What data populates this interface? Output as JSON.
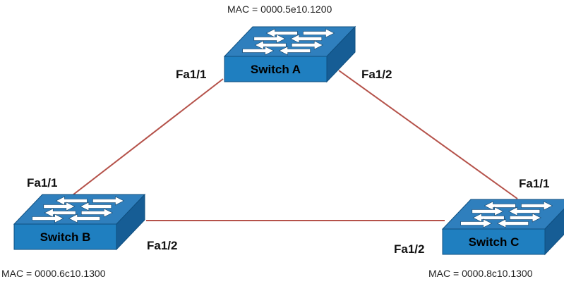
{
  "colors": {
    "link": "#b5524a",
    "switch_top": "#2f7fbd",
    "switch_front": "#1f7fc0",
    "switch_side": "#165d95",
    "arrow": "#ffffff",
    "label_text": "#000000"
  },
  "switches": [
    {
      "id": "a",
      "name": "Switch A",
      "mac": "MAC = 0000.5e10.1200",
      "icon": "switch-icon"
    },
    {
      "id": "b",
      "name": "Switch B",
      "mac": "MAC = 0000.6c10.1300",
      "icon": "switch-icon"
    },
    {
      "id": "c",
      "name": "Switch C",
      "mac": "MAC = 0000.8c10.1300",
      "icon": "switch-icon"
    }
  ],
  "ports": {
    "a_fa11": "Fa1/1",
    "a_fa12": "Fa1/2",
    "b_fa11": "Fa1/1",
    "b_fa12": "Fa1/2",
    "c_fa11": "Fa1/1",
    "c_fa12": "Fa1/2"
  },
  "links": [
    {
      "from": "Switch A",
      "from_port": "Fa1/1",
      "to": "Switch B",
      "to_port": "Fa1/1"
    },
    {
      "from": "Switch A",
      "from_port": "Fa1/2",
      "to": "Switch C",
      "to_port": "Fa1/1"
    },
    {
      "from": "Switch B",
      "from_port": "Fa1/2",
      "to": "Switch C",
      "to_port": "Fa1/2"
    }
  ]
}
